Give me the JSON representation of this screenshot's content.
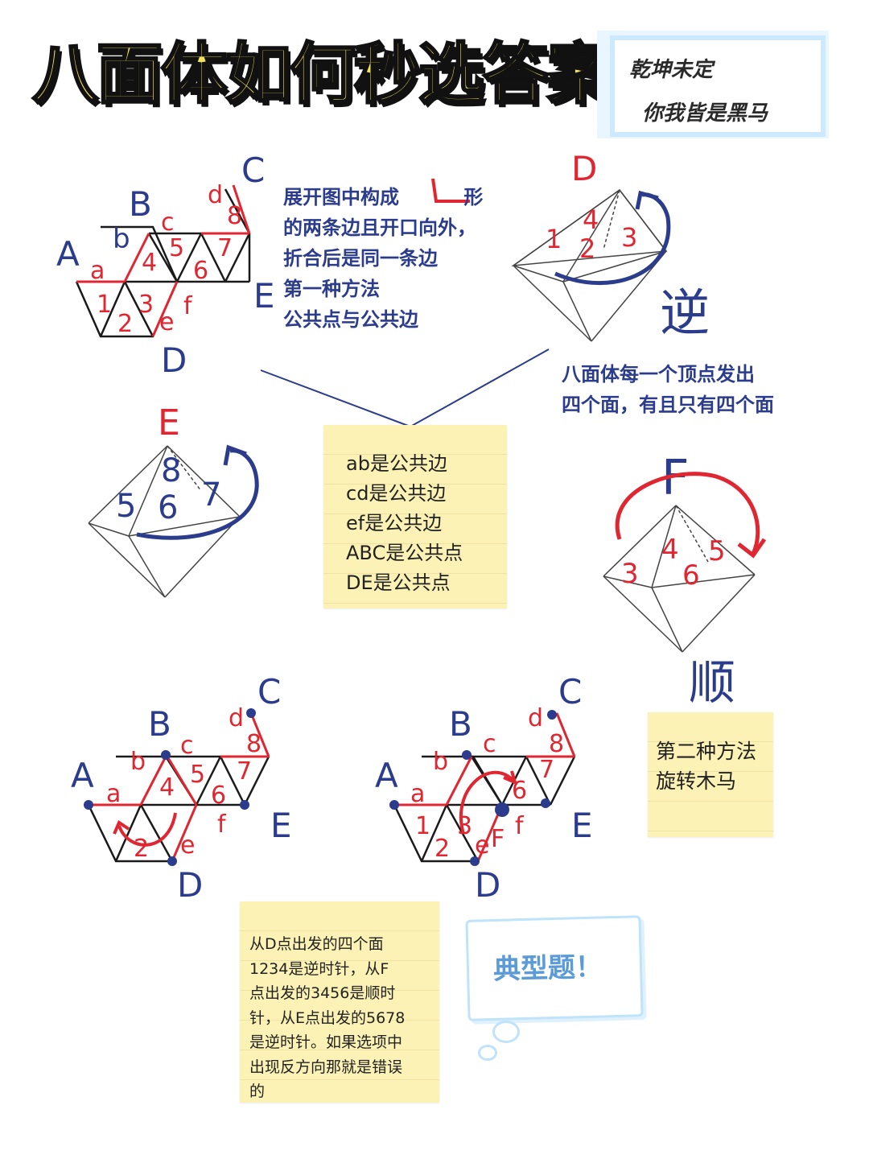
{
  "header": {
    "title": "八面体如何秒选答案",
    "motto_line1": "乾坤未定",
    "motto_line2": "你我皆是黑马"
  },
  "note_method1": {
    "lines": [
      "展开图中构成 　　　形",
      "的两条边且开口向外，",
      "折合后是同一条边",
      "第一种方法",
      "公共点与公共边"
    ]
  },
  "note_vertex": {
    "lines": [
      "八面体每一个顶点发出",
      "四个面，有且只有四个面"
    ]
  },
  "sticky_common": {
    "lines": [
      "ab是公共边",
      "cd是公共边",
      "ef是公共边",
      "ABC是公共点",
      "DE是公共点"
    ]
  },
  "sticky_method2": {
    "lines": [
      "第二种方法",
      "旋转木马"
    ]
  },
  "sticky_rule": {
    "lines": [
      "从D点出发的四个面",
      "1234是逆时针，从F",
      "点出发的3456是顺时",
      "针，从E点出发的5678",
      "是逆时针。如果选项中",
      "出现反方向那就是错误",
      "的"
    ]
  },
  "typical_label": "典型题！",
  "handwriting": {
    "ni": "逆",
    "shun": "顺",
    "A": "A",
    "B": "B",
    "C": "C",
    "D": "D",
    "E": "E",
    "F": "F",
    "a": "a",
    "b": "b",
    "c": "c",
    "d": "d",
    "e": "e",
    "f": "f",
    "n1": "1",
    "n2": "2",
    "n3": "3",
    "n4": "4",
    "n5": "5",
    "n6": "6",
    "n7": "7",
    "n8": "8"
  },
  "colors": {
    "title_fill": "#f3e35a",
    "ink_blue": "#2b3c8c",
    "ink_red": "#e02630",
    "sticky": "#fdf2b5",
    "bubble_border": "#bfe3fb"
  }
}
